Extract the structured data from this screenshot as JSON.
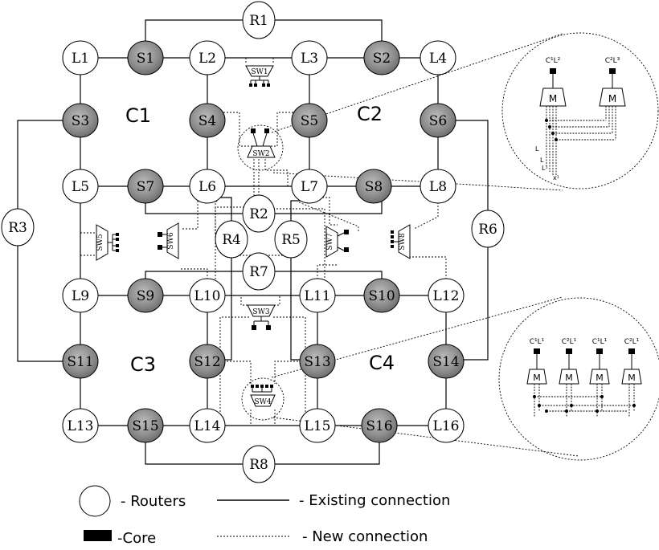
{
  "cluster_labels": [
    "C1",
    "C2",
    "C3",
    "C4"
  ],
  "routers": {
    "L": [
      "L1",
      "L2",
      "L3",
      "L4",
      "L5",
      "L6",
      "L7",
      "L8",
      "L9",
      "L10",
      "L11",
      "L12",
      "L13",
      "L14",
      "L15",
      "L16"
    ],
    "S": [
      "S1",
      "S2",
      "S3",
      "S4",
      "S5",
      "S6",
      "S7",
      "S8",
      "S9",
      "S10",
      "S11",
      "S12",
      "S13",
      "S14",
      "S15",
      "S16"
    ],
    "R": [
      "R1",
      "R2",
      "R3",
      "R4",
      "R5",
      "R6",
      "R7",
      "R8"
    ]
  },
  "switches": [
    "SW1",
    "SW2",
    "SW3",
    "SW4",
    "SW5",
    "SW6",
    "SW7",
    "SW8"
  ],
  "zoom_top": {
    "cores": [
      "C¹L²",
      "C²L³"
    ],
    "mux": [
      "M",
      "M"
    ],
    "wire_labels": [
      "L",
      "L",
      "L¹",
      "x¹"
    ]
  },
  "zoom_bottom": {
    "cores": [
      "C¹L¹",
      "C²L¹",
      "C¹L¹",
      "C²L¹"
    ],
    "mux": [
      "M",
      "M",
      "M",
      "M"
    ]
  },
  "legend": {
    "routers": "- Routers",
    "existing": "- Existing connection",
    "core": "-Core",
    "new": "- New connection"
  },
  "colors": {
    "router_fill": "#ffffff",
    "switch_router_fill": "#8c8c8c",
    "core": "#000000",
    "line": "#000000"
  }
}
